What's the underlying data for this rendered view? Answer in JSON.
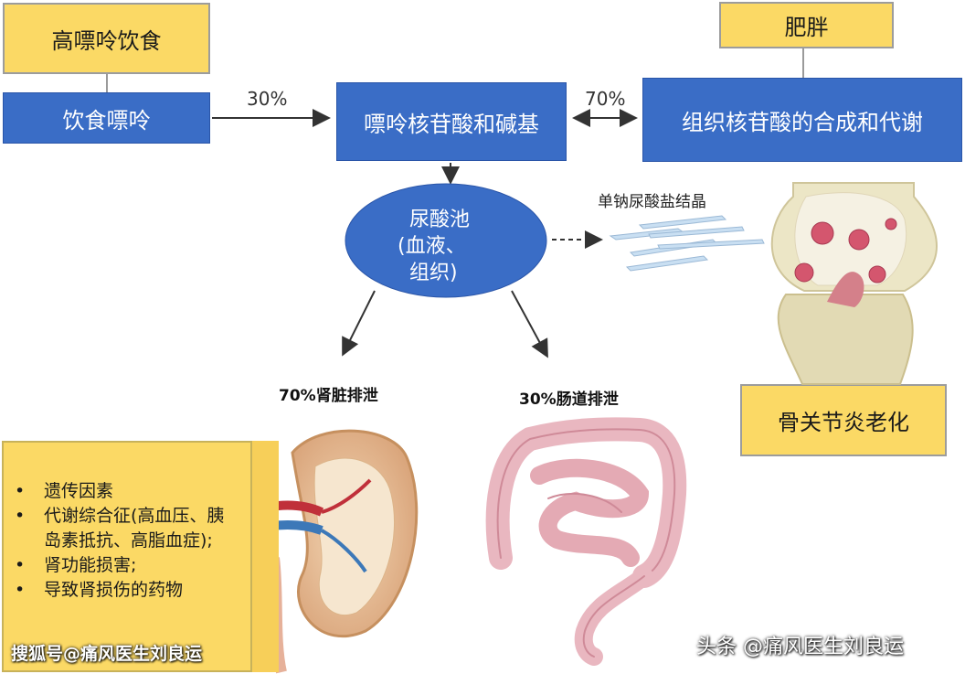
{
  "top_left_box": {
    "label": "高嘌呤饮食"
  },
  "dietary_box": {
    "label": "饮食嘌呤"
  },
  "purine_box": {
    "label": "嘌呤核苷酸和碱基"
  },
  "tissue_box": {
    "label": "组织核苷酸的合成和代谢"
  },
  "obesity_box": {
    "label": "肥胖"
  },
  "arrow_dietary_pct": "30%",
  "arrow_tissue_pct": "70%",
  "uric_pool": {
    "line1": "尿酸池",
    "line2": "(血液、",
    "line3": "组织)"
  },
  "crystal_label": "单钠尿酸盐结晶",
  "kidney_label": "70%肾脏排泄",
  "intestine_label": "30%肠道排泄",
  "arthritis_box": {
    "label": "骨关节炎老化"
  },
  "factors": {
    "items": [
      {
        "bullet": "•",
        "text": "遗传因素"
      },
      {
        "bullet": "•",
        "text": "代谢综合征(高血压、胰岛素抵抗、高脂血症);"
      },
      {
        "bullet": "•",
        "text": "肾功能损害;"
      },
      {
        "bullet": "•",
        "text": "导致肾损伤的药物"
      }
    ]
  },
  "watermark_left": "搜狐号@痛风医生刘良运",
  "watermark_right": "头条 @痛风医生刘良运",
  "colors": {
    "yellow": "#fbd965",
    "blue": "#3a6dc6"
  }
}
